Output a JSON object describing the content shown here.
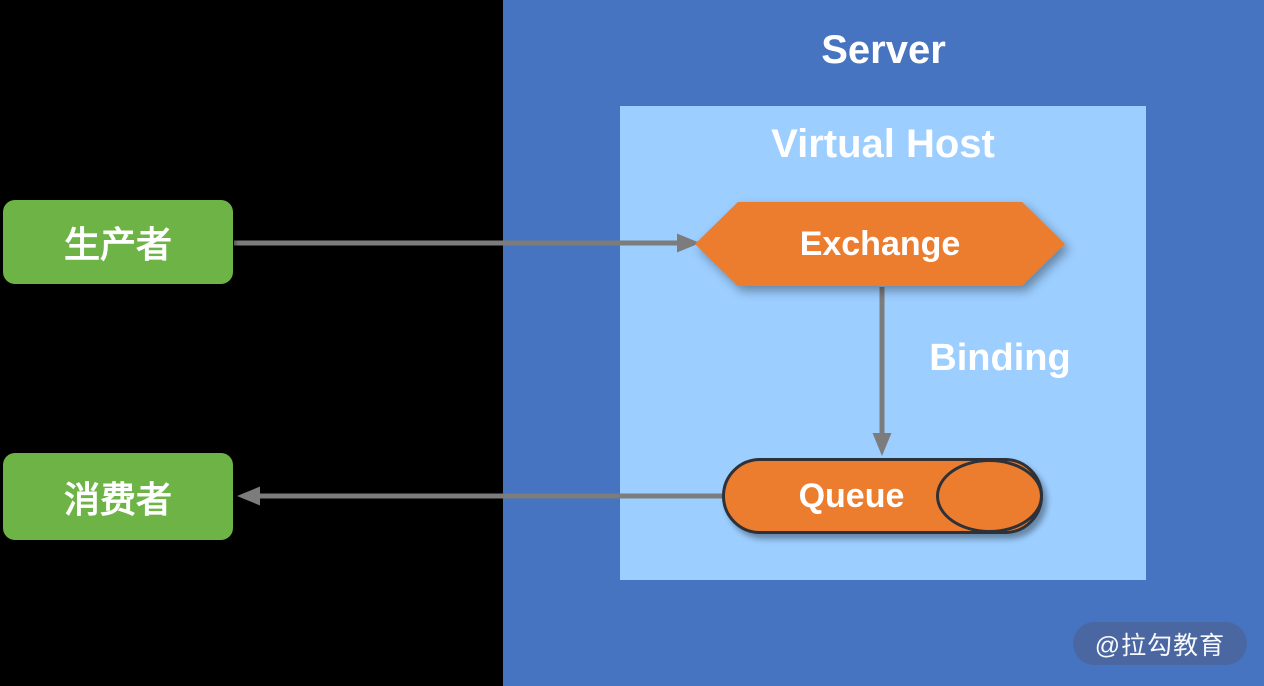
{
  "diagram": {
    "server": {
      "title": "Server"
    },
    "virtual_host": {
      "title": "Virtual Host"
    },
    "producer": {
      "label": "生产者"
    },
    "consumer": {
      "label": "消费者"
    },
    "exchange": {
      "label": "Exchange"
    },
    "binding": {
      "label": "Binding"
    },
    "queue": {
      "label": "Queue"
    },
    "watermark": {
      "label": "@拉勾教育"
    }
  },
  "colors": {
    "background": "#000000",
    "server_panel_blue": "#4674C1",
    "virtual_host_light_blue": "#9CCEFF",
    "node_orange": "#EC7D2F",
    "node_green": "#6DB345",
    "arrow_gray": "#7C7C7C",
    "queue_outline": "#2E3138",
    "watermark_bg": "#4A67A2",
    "text_white": "#FFFFFF"
  }
}
